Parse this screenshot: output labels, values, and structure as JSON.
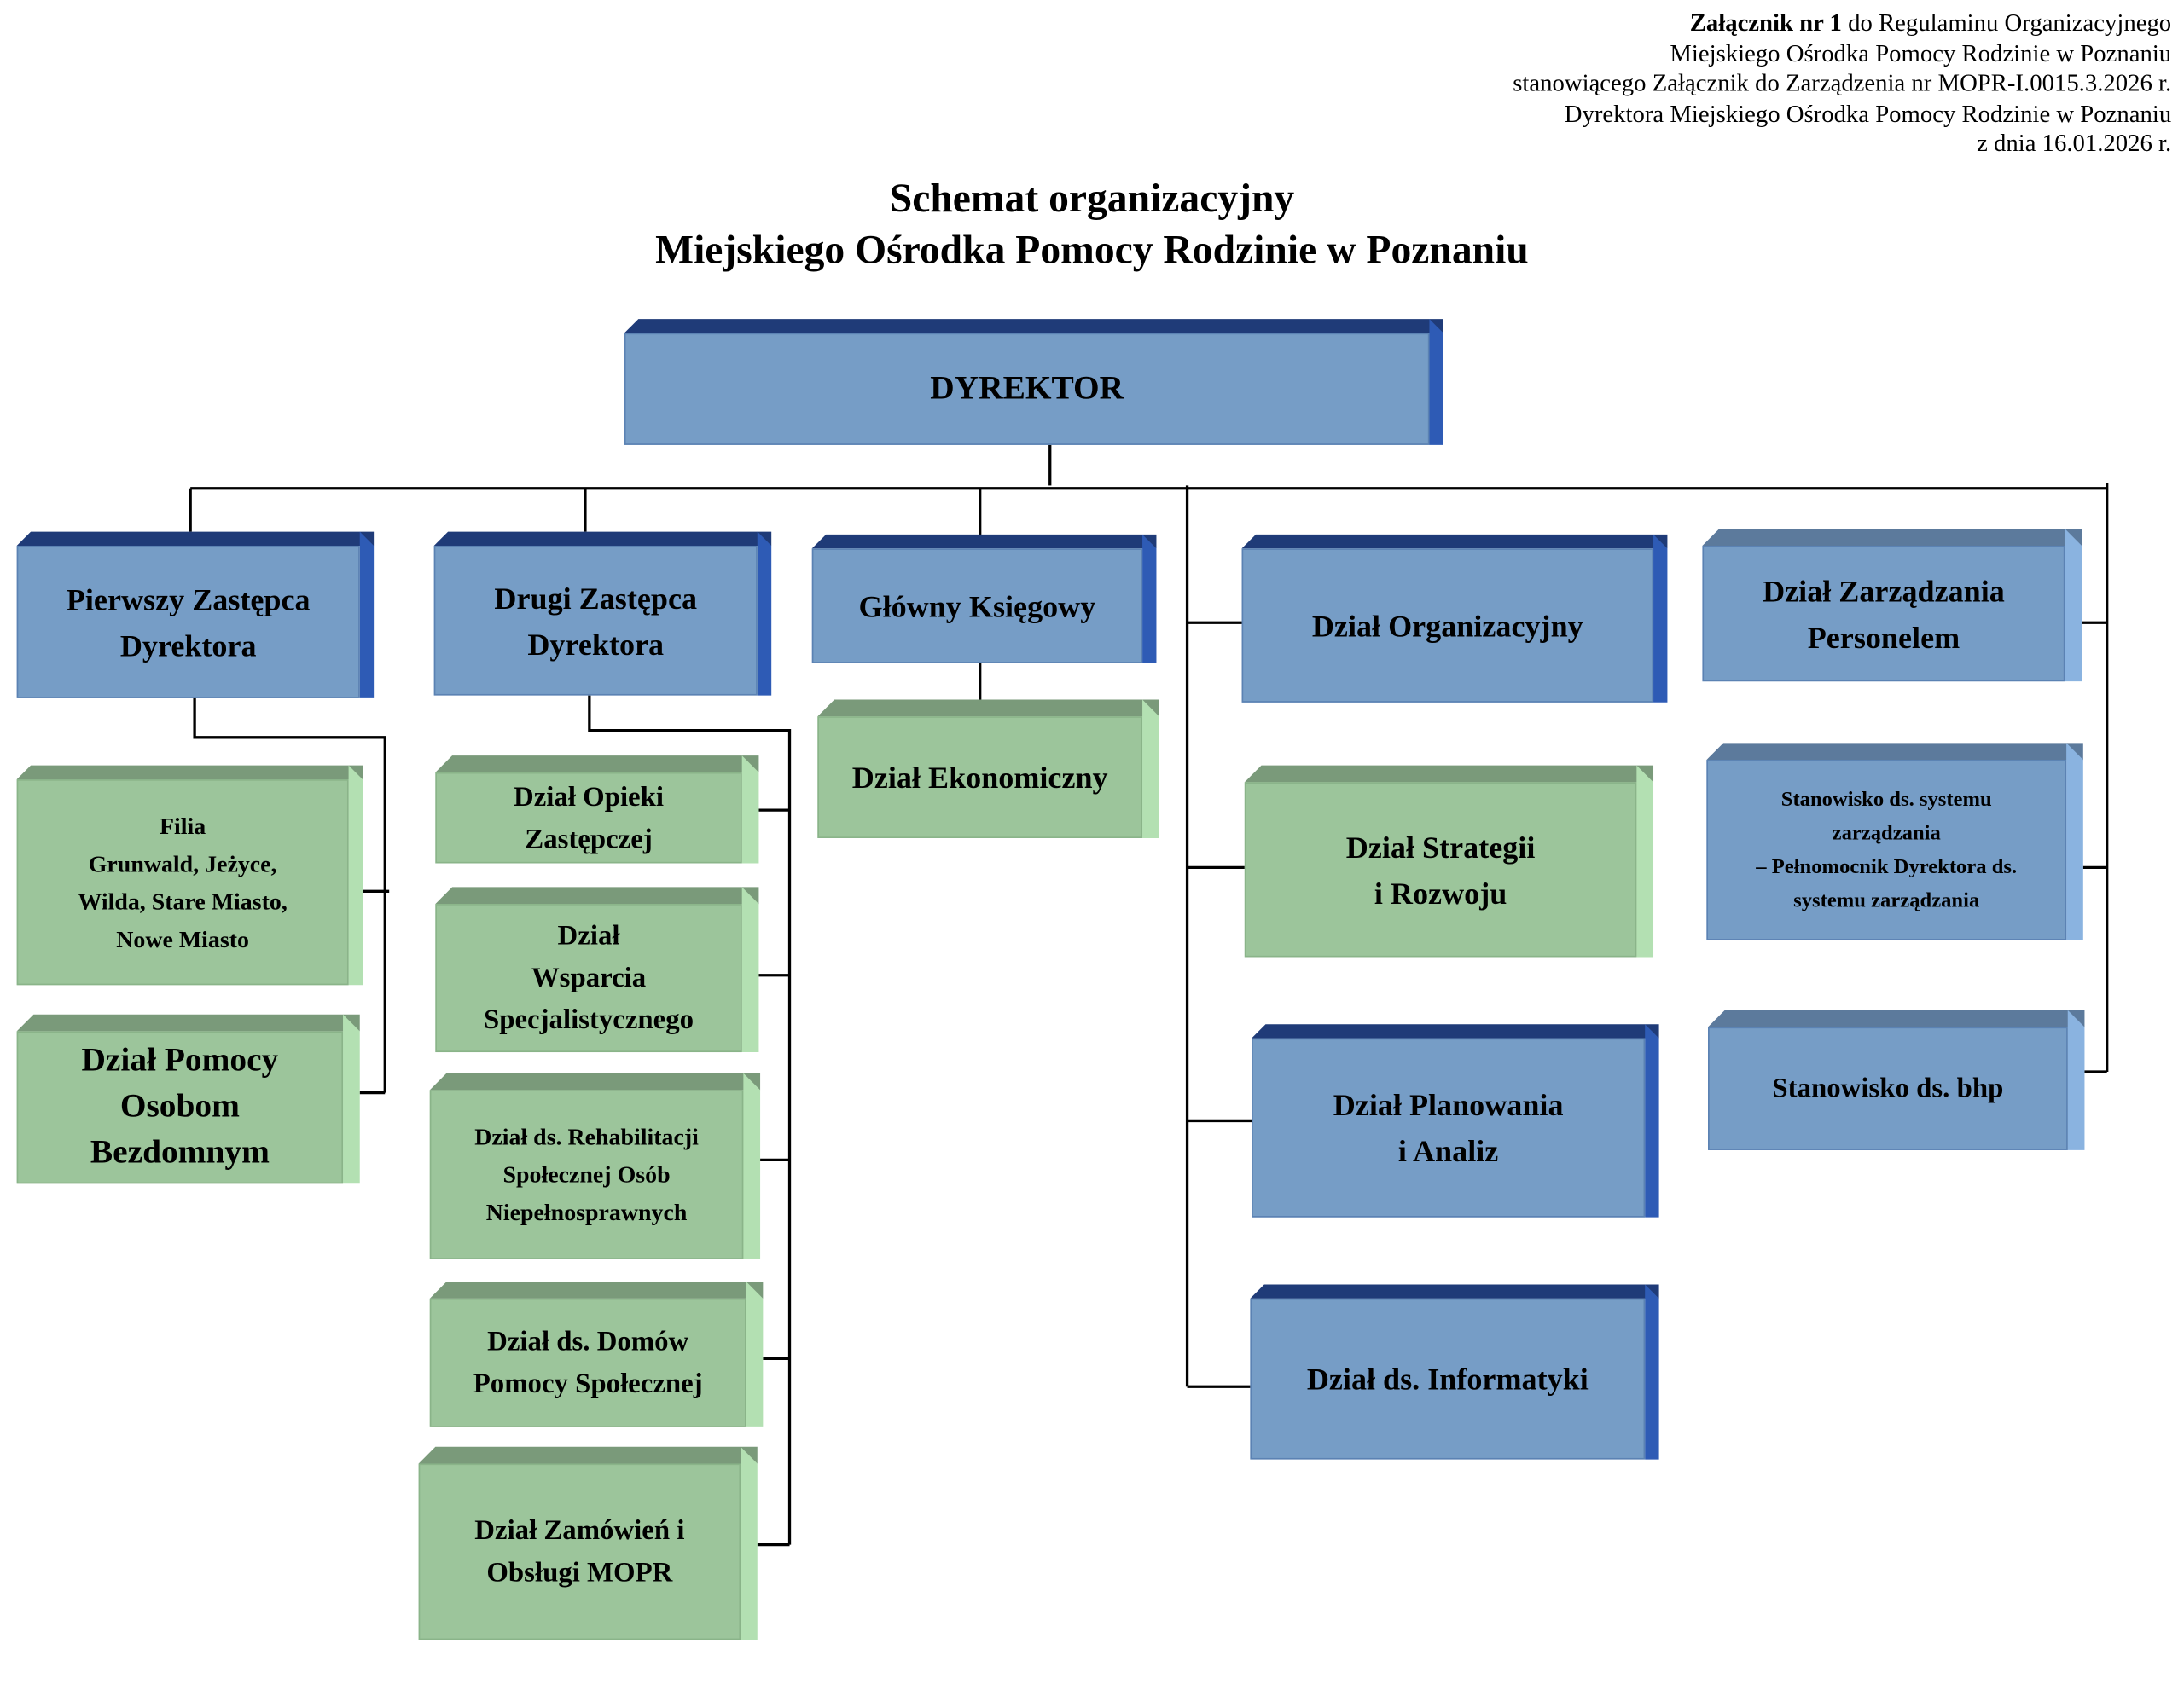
{
  "header": {
    "line1_bold": "Załącznik nr 1",
    "line1_rest": " do Regulaminu Organizacyjnego",
    "line2": "Miejskiego Ośrodka Pomocy Rodzinie w Poznaniu",
    "line3": "stanowiącego Załącznik do Zarządzenia nr MOPR-I.0015.3.2026 r.",
    "line4": "Dyrektora Miejskiego Ośrodka Pomocy Rodzinie w Poznaniu",
    "line5": "z dnia 16.01.2026 r."
  },
  "title": {
    "line1": "Schemat organizacyjny",
    "line2": "Miejskiego Ośrodka Pomocy Rodzinie w Poznaniu"
  },
  "colors": {
    "blue_face": "#769dc6",
    "blue_top": "#1f3b78",
    "blue_side": "#2e5bb5",
    "blue_top_light": "#5c7a9c",
    "blue_side_light": "#8ab3e0",
    "green_face": "#9cc59b",
    "green_top": "#7a9a7a",
    "green_side": "#b3e0b2",
    "line": "#000000"
  },
  "nodes": {
    "dyrektor": "DYREKTOR",
    "pierwszy_zastepca": "Pierwszy Zastępca Dyrektora",
    "drugi_zastepca": "Drugi Zastępca Dyrektora",
    "glowny_ksiegowy": "Główny Księgowy",
    "dzial_ekonomiczny": "Dział Ekonomiczny",
    "dzial_organizacyjny": "Dział Organizacyjny",
    "dzial_zarzadzania_personelem": "Dział Zarządzania Personelem",
    "filia": "Filia Grunwald, Jeżyce, Wilda, Stare Miasto, Nowe Miasto",
    "dzial_pomocy_bezdomnym": "Dział Pomocy Osobom Bezdomnym",
    "dzial_opieki_zastepczej": "Dział Opieki Zastępczej",
    "dzial_wsparcia": "Dział Wsparcia Specjalistycznego",
    "dzial_rehabilitacji": "Dział ds. Rehabilitacji Społecznej Osób Niepełnosprawnych",
    "dzial_domow": "Dział ds. Domów Pomocy Społecznej",
    "dzial_zamowien": "Dział Zamówień i Obsługi MOPR",
    "dzial_strategii": "Dział Strategii i Rozwoju",
    "dzial_planowania": "Dział Planowania i Analiz",
    "dzial_informatyki": "Dział ds. Informatyki",
    "stanowisko_systemu": "Stanowisko ds. systemu zarządzania – Pełnomocnik Dyrektora ds. systemu zarządzania",
    "stanowisko_bhp": "Stanowisko ds. bhp"
  },
  "node_lines": {
    "pierwszy_zastepca": [
      "Pierwszy Zastępca",
      "Dyrektora"
    ],
    "drugi_zastepca": [
      "Drugi Zastępca",
      "Dyrektora"
    ],
    "dzial_zarzadzania_personelem": [
      "Dział Zarządzania",
      "Personelem"
    ],
    "filia": [
      "Filia",
      "Grunwald, Jeżyce,",
      "Wilda, Stare Miasto,",
      "Nowe Miasto"
    ],
    "dzial_pomocy_bezdomnym": [
      "Dział Pomocy",
      "Osobom",
      "Bezdomnym"
    ],
    "dzial_opieki_zastepczej": [
      "Dział Opieki",
      "Zastępczej"
    ],
    "dzial_wsparcia": [
      "Dział",
      "Wsparcia",
      "Specjalistycznego"
    ],
    "dzial_rehabilitacji": [
      "Dział ds. Rehabilitacji",
      "Społecznej Osób",
      "Niepełnosprawnych"
    ],
    "dzial_domow": [
      "Dział ds. Domów",
      "Pomocy Społecznej"
    ],
    "dzial_zamowien": [
      "Dział Zamówień i",
      "Obsługi MOPR"
    ],
    "dzial_strategii": [
      "Dział Strategii",
      "i Rozwoju"
    ],
    "dzial_planowania": [
      "Dział Planowania",
      "i Analiz"
    ],
    "stanowisko_systemu": [
      "Stanowisko ds. systemu",
      "zarządzania",
      "– Pełnomocnik Dyrektora ds.",
      "systemu zarządzania"
    ]
  }
}
